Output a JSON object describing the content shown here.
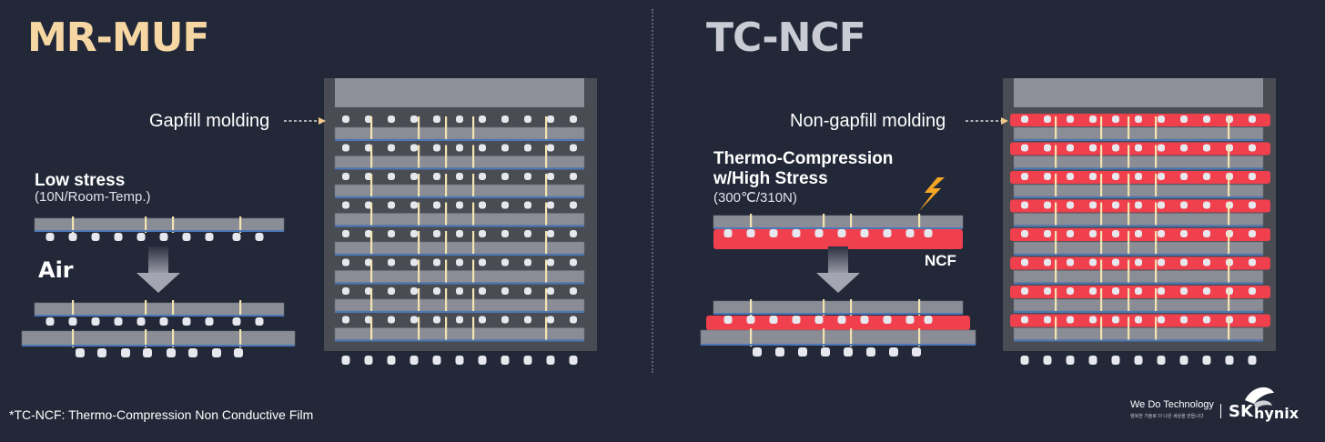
{
  "left": {
    "title": "MR-MUF",
    "arrow_label": "Gapfill molding",
    "stress_title": "Low stress",
    "stress_sub": "(10N/Room-Temp.)",
    "gap_label": "Air"
  },
  "right": {
    "title": "TC-NCF",
    "arrow_label": "Non-gapfill molding",
    "stress_title_1": "Thermo-Compression",
    "stress_title_2": "w/High Stress",
    "stress_sub": "(300℃/310N)",
    "film_label": "NCF"
  },
  "footnote": "*TC-NCF: Thermo-Compression Non Conductive Film",
  "brand": {
    "slogan": "We Do Technology",
    "slogan_sub": "행복한 기술로 더 나은 세상을 만듭니다",
    "logo_sk": "SK",
    "logo_hynix": "hynix"
  },
  "icons": [
    "lightning-icon",
    "down-arrow-icon",
    "sk-butterfly-logo-icon"
  ],
  "colors": {
    "background": "#232838",
    "die": "#8a8d96",
    "mold": "#4a4c54",
    "ncf": "#f0404e",
    "bump": "#e6e8ee",
    "tsv": "#f2e4b0",
    "substrate_line": "#4d78b8",
    "mr_muf_title": "#f6d7a3"
  }
}
